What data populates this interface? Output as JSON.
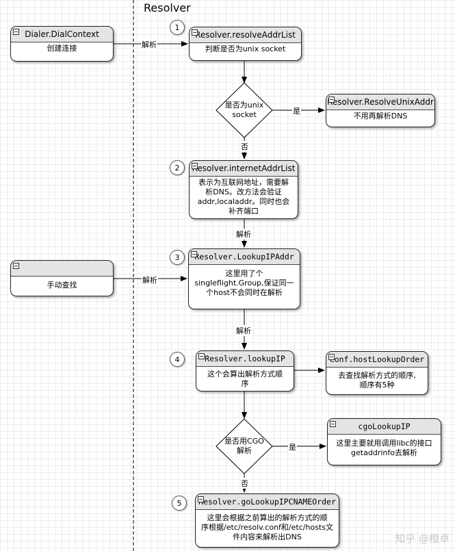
{
  "lane_title": "Resolver",
  "nodes": {
    "dialer": {
      "title": "Dialer.DialContext",
      "body": "创建连接"
    },
    "resolve_addr_list": {
      "title": "Resolver.resolveAddrList",
      "body": "判断是否为unix socket"
    },
    "is_unix": {
      "text": "是否为unix\nsocket"
    },
    "resolve_unix_addr": {
      "title": "Resolver.ResolveUnixAddr",
      "body": "不用再解析DNS"
    },
    "internet_addr_list": {
      "title": "Resolver.internetAddrList",
      "body": "表示为互联网地址，需要解\n析DNS。改方法会验证\naddr,localaddr。同时也会\n补齐端口"
    },
    "manual_lookup": {
      "title": "",
      "body": "手动查找"
    },
    "lookup_ip_addr": {
      "title": "Resolver.LookupIPAddr",
      "body": "这里用了个\nsingleflight.Group,保证同一\n个host不会同时在解析"
    },
    "lookup_ip": {
      "title": "Resolver.lookupIP",
      "body": "这个会算出解析方式顺\n序"
    },
    "host_lookup_order": {
      "title": "conf.hostLookupOrder",
      "body": "去查找解析方式的顺序,\n顺序有5种"
    },
    "is_cgo": {
      "text": "是否用CGO\n解析"
    },
    "cgo_lookup_ip": {
      "title": "cgoLookupIP",
      "body": "这里主要就用调用libc的接口\ngetaddrinfo去解析"
    },
    "go_lookup": {
      "title": "Resolver.goLookupIPCNAMEOrder",
      "body": "这里会根据之前算出的解析方式的顺\n序根据/etc/resolv.conf和/etc/hosts文\n件内容来解析出DNS"
    }
  },
  "step_numbers": [
    "1",
    "2",
    "3",
    "4",
    "5"
  ],
  "edge_labels": {
    "parse1": "解析",
    "yes1": "是",
    "no1": "否",
    "parse2": "解析",
    "parse3": "解析",
    "parse4": "解析",
    "yes2": "是",
    "no2": "否"
  },
  "watermark": "知乎 @橙卓"
}
